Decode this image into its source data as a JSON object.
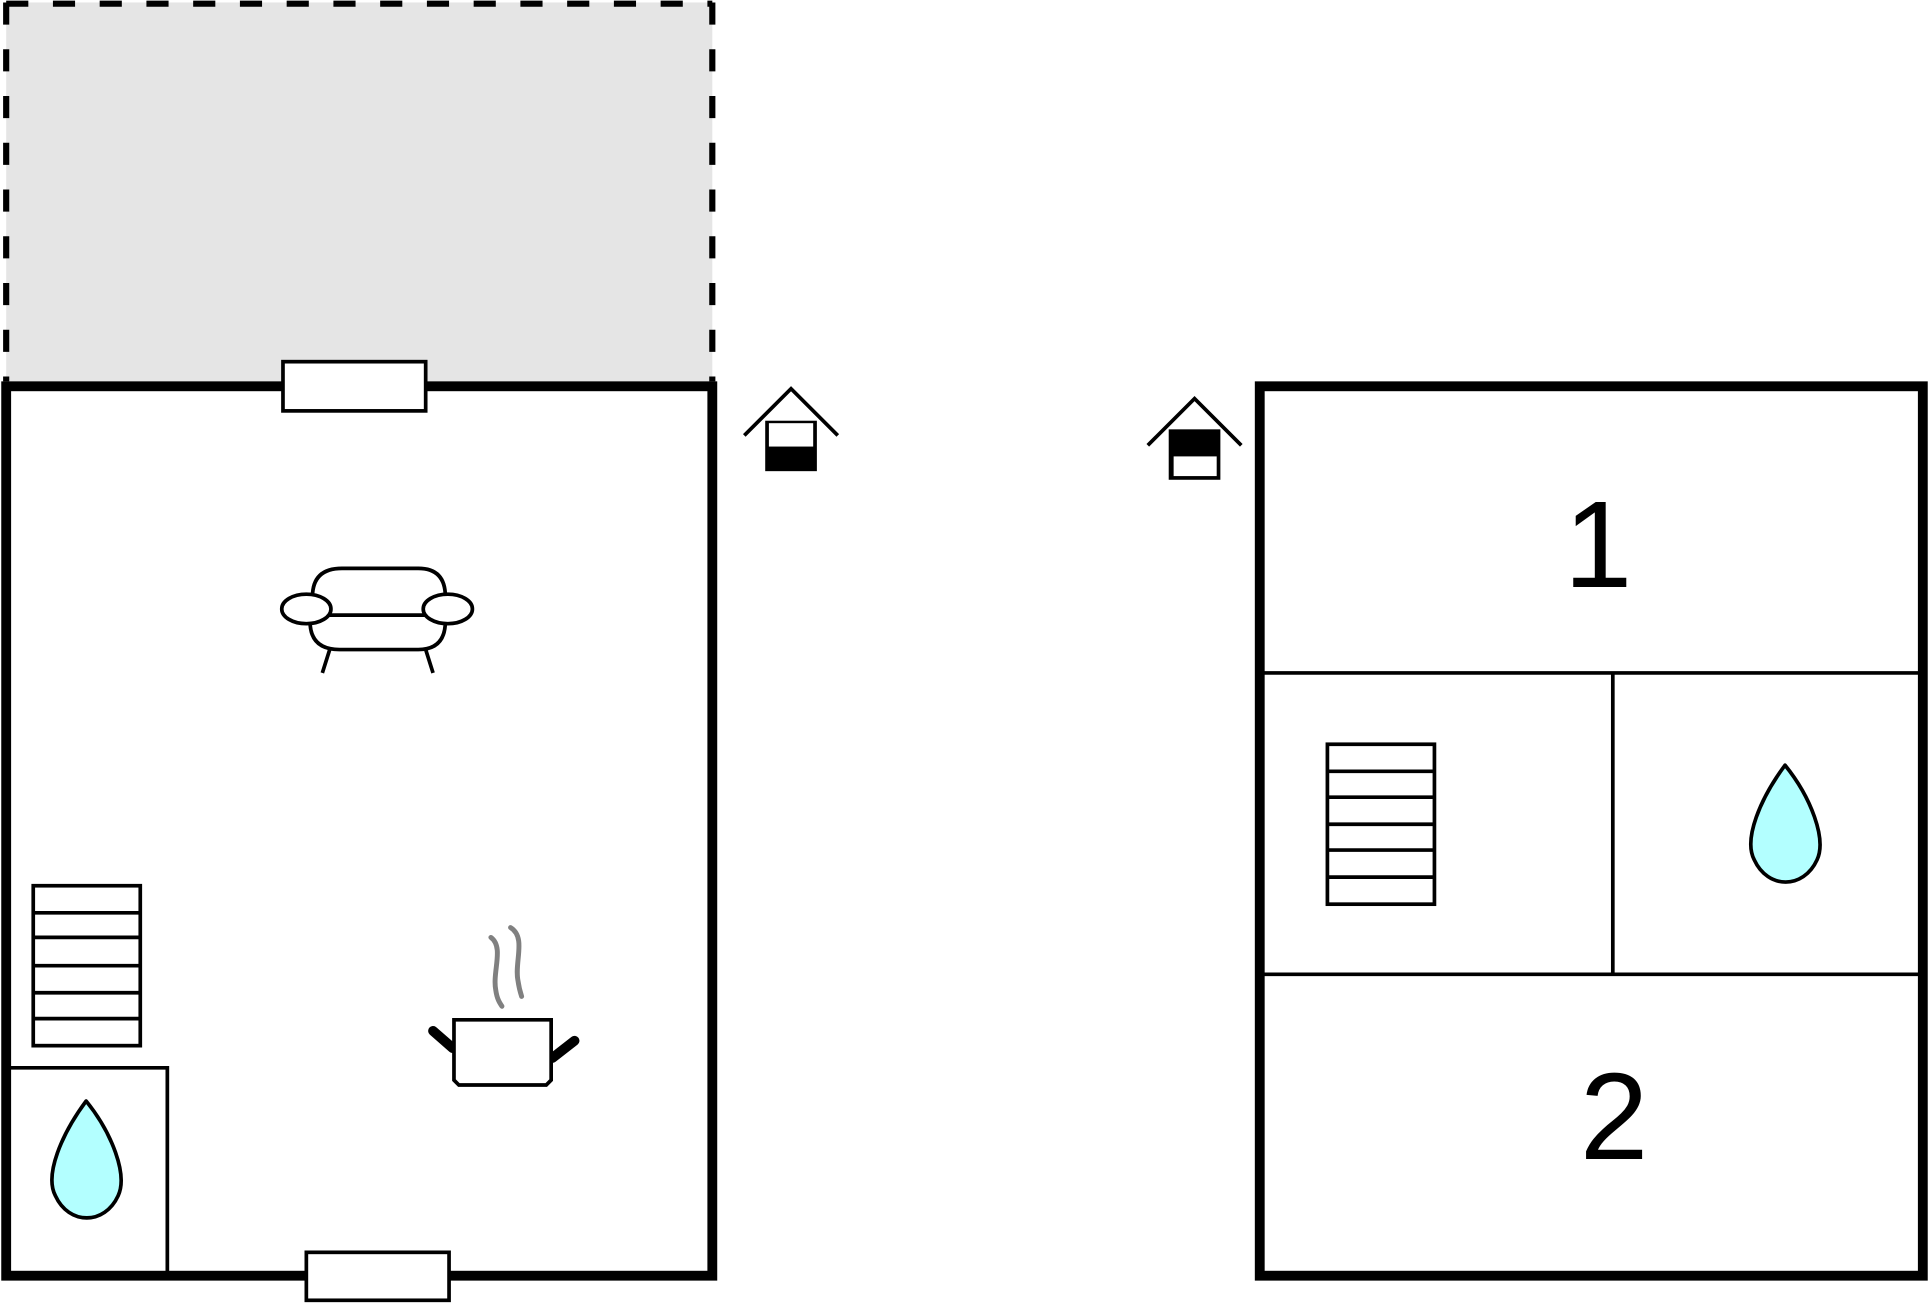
{
  "floors": {
    "upper_floor": {
      "room_labels": [
        "1",
        "2"
      ]
    }
  },
  "icons": {
    "terrace": "dashed-outdoor-area",
    "window": "window-symbol",
    "living": "sofa-icon",
    "kitchen": "cooking-pot-icon",
    "stairs": "stairs-icon",
    "bathroom": "water-drop-icon",
    "ground_floor_indicator": "house-ground-floor-icon",
    "upper_floor_indicator": "house-upper-floor-icon"
  },
  "colors": {
    "terrace_fill": "#e5e5e5",
    "wall": "#000000",
    "water_drop": "#b3ffff",
    "steam": "#808080"
  }
}
